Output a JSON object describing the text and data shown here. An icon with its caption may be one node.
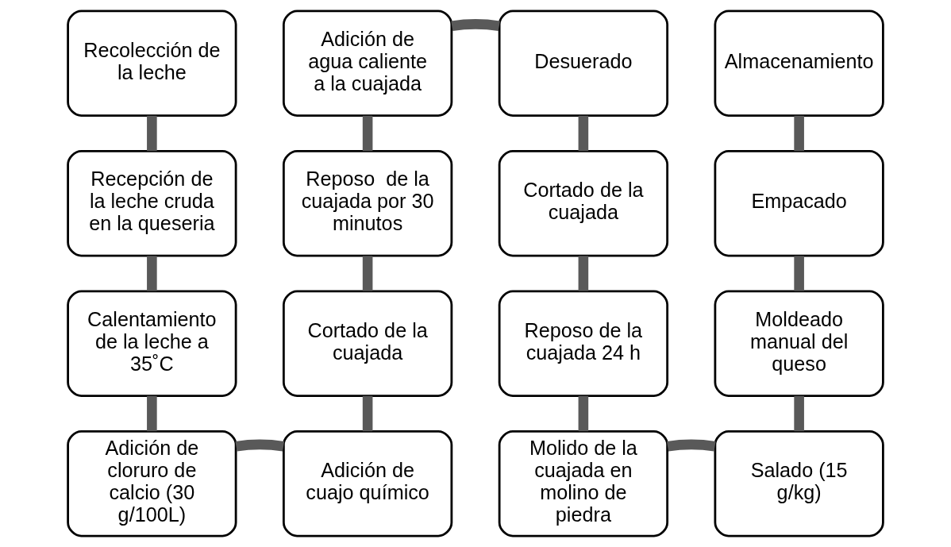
{
  "diagram": {
    "nodes": [
      {
        "text": [
          "Recolección de la leche"
        ]
      },
      {
        "text": [
          "Recepción de la leche cruda en la queseria"
        ]
      },
      {
        "text": [
          "Calentamiento de la leche a 35˚C"
        ]
      },
      {
        "text": [
          "Adición de cloruro de calcio (30 g/100L)"
        ]
      },
      {
        "text": [
          "Adición de cuajo químico"
        ]
      },
      {
        "text": [
          "Cortado de la cuajada"
        ]
      },
      {
        "text": [
          "Reposo  de la cuajada por 30 minutos"
        ]
      },
      {
        "text": [
          "Adición de agua caliente a la cuajada"
        ]
      },
      {
        "text": [
          "Desuerado"
        ]
      },
      {
        "text": [
          "Cortado de la cuajada"
        ]
      },
      {
        "text": [
          "Reposo de la cuajada 24 h"
        ]
      },
      {
        "text": [
          "Molido de la cuajada en molino de piedra"
        ]
      },
      {
        "text": [
          "Salado (15 g/kg)"
        ]
      },
      {
        "text": [
          "Moldeado manual del queso"
        ]
      },
      {
        "text": [
          "Empacado"
        ]
      },
      {
        "text": [
          "Almacenamiento"
        ]
      }
    ],
    "edges": [
      {
        "from": 0,
        "to": 1,
        "arrow": "none"
      },
      {
        "from": 1,
        "to": 2,
        "arrow": "none"
      },
      {
        "from": 2,
        "to": 3,
        "arrow": "none"
      },
      {
        "from": 3,
        "to": 4,
        "arrow": "none"
      },
      {
        "from": 4,
        "to": 5,
        "arrow": "none"
      },
      {
        "from": 5,
        "to": 6,
        "arrow": "none"
      },
      {
        "from": 6,
        "to": 7,
        "arrow": "none"
      },
      {
        "from": 7,
        "to": 8,
        "arrow": "none"
      },
      {
        "from": 8,
        "to": 9,
        "arrow": "none"
      },
      {
        "from": 9,
        "to": 10,
        "arrow": "none"
      },
      {
        "from": 10,
        "to": 11,
        "arrow": "none"
      },
      {
        "from": 11,
        "to": 12,
        "arrow": "none"
      },
      {
        "from": 12,
        "to": 13,
        "arrow": "none"
      },
      {
        "from": 13,
        "to": 14,
        "arrow": "none"
      },
      {
        "from": 14,
        "to": 15,
        "arrow": "none"
      }
    ]
  }
}
